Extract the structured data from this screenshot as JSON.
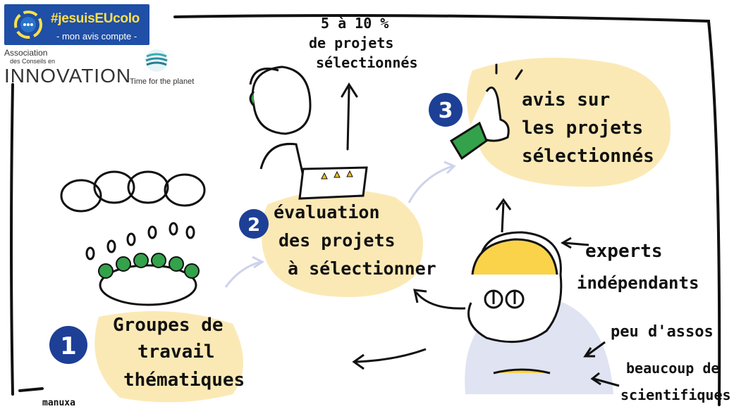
{
  "header": {
    "badge_title": "#jesuisEUcolo",
    "badge_subtitle": "- mon avis compte -",
    "assoc_line1": "Association",
    "assoc_line2": "des Conseils en",
    "assoc_line3": "INNOVATION",
    "partner": "Time for the planet"
  },
  "steps": {
    "step1": {
      "number": "1",
      "lines": [
        "Groupes de",
        "travail",
        "thématiques"
      ]
    },
    "step2": {
      "number": "2",
      "lines": [
        "évaluation",
        "des projets",
        "à sélectionner"
      ]
    },
    "step3": {
      "number": "3",
      "lines": [
        "avis sur",
        "les projets",
        "sélectionnés"
      ]
    }
  },
  "top_note": [
    "5 à 10 %",
    "de projets",
    "sélectionnés"
  ],
  "experts": [
    "experts",
    "indépendants",
    "peu d'assos",
    "beaucoup de",
    "scientifiques"
  ],
  "signature": "manuxa",
  "colors": {
    "blue": "#1d3f96",
    "yellow": "#fbe9b5",
    "green": "#33a24a",
    "lavender": "#dfe3f2",
    "badge": "#1f4fa6",
    "badge_text": "#ffe04a"
  }
}
